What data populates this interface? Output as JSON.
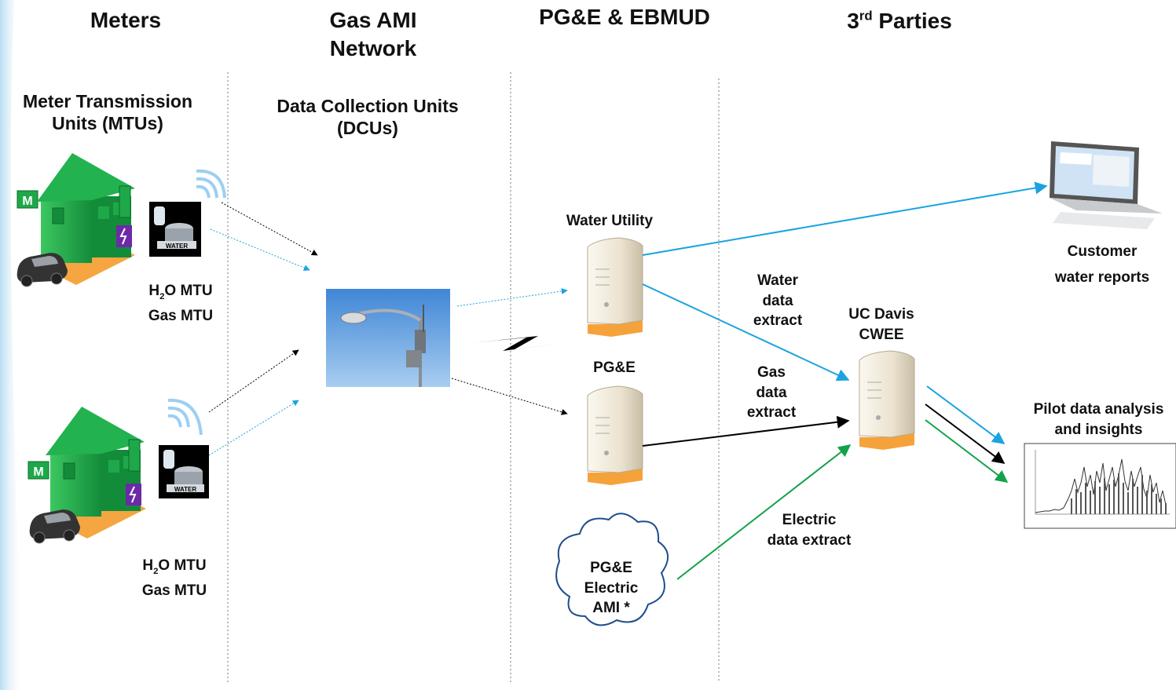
{
  "columns": {
    "meters": "Meters",
    "gas_ami_line1": "Gas AMI",
    "gas_ami_line2": "Network",
    "pge_ebmud": "PG&E & EBMUD",
    "third_parties_prefix": "3",
    "third_parties_sup": "rd",
    "third_parties_suffix": " Parties"
  },
  "meters": {
    "mtu_title_line1": "Meter Transmission",
    "mtu_title_line2": "Units (MTUs)",
    "h2o_prefix": "H",
    "h2o_sub": "2",
    "h2o_suffix": "O MTU",
    "gas_mtu": "Gas MTU",
    "house_sign": "M",
    "meter_label": "WATER"
  },
  "dcu": {
    "title_line1": "Data Collection Units",
    "title_line2": "(DCUs)"
  },
  "utilities": {
    "water_utility": "Water Utility",
    "pge": "PG&E",
    "cloud_line1": "PG&E",
    "cloud_line2": "Electric",
    "cloud_line3": "AMI *"
  },
  "extracts": {
    "water_line1": "Water",
    "water_line2": "data",
    "water_line3": "extract",
    "gas_line1": "Gas",
    "gas_line2": "data",
    "gas_line3": "extract",
    "electric_line1": "Electric",
    "electric_line2": "data extract"
  },
  "third_parties": {
    "ucdavis_line1": "UC Davis",
    "ucdavis_line2": "CWEE",
    "customer_line1": "Customer",
    "customer_line2": "water reports",
    "pilot_line1": "Pilot data analysis",
    "pilot_line2": "and insights"
  },
  "colors": {
    "water_flow": "#1aa3e0",
    "gas_flow": "#000000",
    "electric_flow": "#12a24a",
    "house_green": "#1ea84a",
    "server_body": "#ede6d6",
    "sky_blue": "#5e9fdc"
  },
  "icons": [
    "house-icon",
    "wifi-icon",
    "water-meter-icon",
    "car-icon",
    "streetlight-dcu-image",
    "wireless-link-icon",
    "server-icon",
    "cloud-icon",
    "laptop-icon",
    "chart-thumbnail"
  ]
}
